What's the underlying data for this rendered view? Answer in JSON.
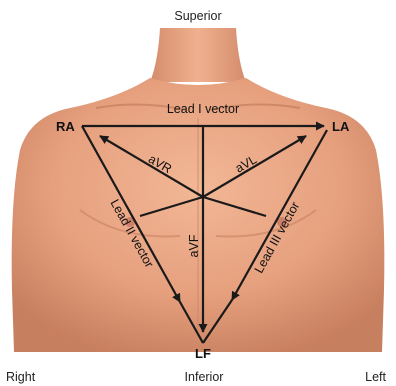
{
  "orientation": {
    "superior": "Superior",
    "inferior": "Inferior",
    "right": "Right",
    "left": "Left"
  },
  "electrodes": {
    "ra": "RA",
    "la": "LA",
    "lf": "LF"
  },
  "leads": {
    "lead_i": "Lead I vector",
    "lead_ii": "Lead II vector",
    "lead_iii": "Lead III vector",
    "avr": "aVR",
    "avl": "aVL",
    "avf": "aVF"
  },
  "colors": {
    "skin": "#e9a583",
    "skin_shadow": "#c97f5e",
    "arrow": "#1a1a1a"
  }
}
